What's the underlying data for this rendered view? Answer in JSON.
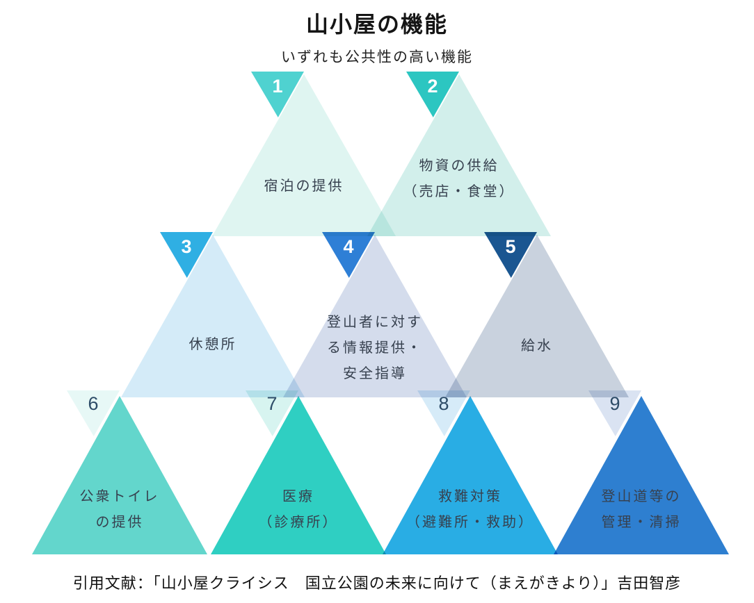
{
  "title": "山小屋の機能",
  "subtitle": "いずれも公共性の高い機能",
  "footer": "引用文献：「山小屋クライシス　国立公園の未来に向けて（まえがきより）」吉田智彦",
  "colors": {
    "background": "#ffffff",
    "label_text": "#37414f",
    "title_text": "#151515",
    "number_text_light": "#ffffff",
    "number_text_dark": "#2d4c68"
  },
  "diagram": {
    "triangles": [
      {
        "number": "1",
        "lines": [
          "宿泊の提供"
        ],
        "fill": "#dff5f1",
        "tab_fill": "#4fd2d0",
        "num_color": "#ffffff"
      },
      {
        "number": "2",
        "lines": [
          "物資の供給",
          "（売店・食堂）"
        ],
        "fill": "#d2efeb",
        "tab_fill": "#2cc6c1",
        "num_color": "#ffffff"
      },
      {
        "number": "3",
        "lines": [
          "休憩所"
        ],
        "fill": "#d4ebf8",
        "tab_fill": "#2fafe3",
        "num_color": "#ffffff"
      },
      {
        "number": "4",
        "lines": [
          "登山者に対す",
          "る情報提供・",
          "安全指導"
        ],
        "fill": "#d4dcec",
        "tab_fill": "#2e7fd6",
        "num_color": "#ffffff"
      },
      {
        "number": "5",
        "lines": [
          "給水"
        ],
        "fill": "#c9d2de",
        "tab_fill": "#1a5691",
        "num_color": "#ffffff"
      },
      {
        "number": "6",
        "lines": [
          "公衆トイレ",
          "の提供"
        ],
        "fill": "#63d6cc",
        "tab_fill": "#e7f8f6",
        "num_color": "#2d4c68"
      },
      {
        "number": "7",
        "lines": [
          "医療",
          "（診療所）"
        ],
        "fill": "#2fcfc2",
        "tab_fill": "#d7f4f0",
        "num_color": "#2d4c68"
      },
      {
        "number": "8",
        "lines": [
          "救難対策",
          "（避難所・救助）"
        ],
        "fill": "#29ade4",
        "tab_fill": "#d6ebf8",
        "num_color": "#2d4c68"
      },
      {
        "number": "9",
        "lines": [
          "登山道等の",
          "管理・清掃"
        ],
        "fill": "#2e7fd0",
        "tab_fill": "#dae3f2",
        "num_color": "#2d4c68"
      }
    ]
  }
}
